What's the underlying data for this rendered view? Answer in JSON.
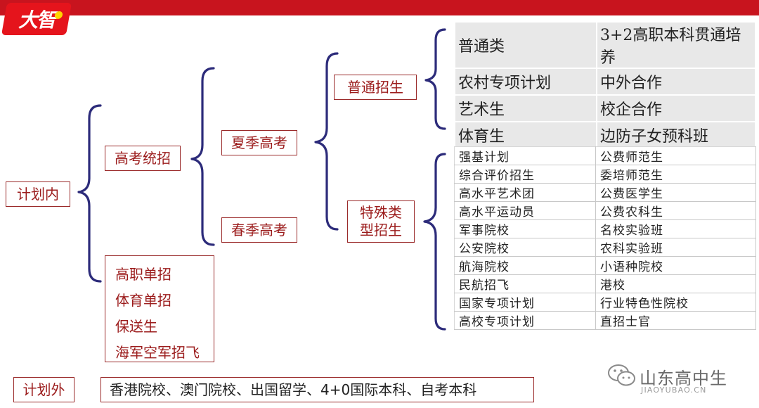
{
  "logo": {
    "text": "大智"
  },
  "nodes": {
    "jihuanei": "计划内",
    "gaokao": "高考统招",
    "summer": "夏季高考",
    "spring": "春季高考",
    "putong": "普通招生",
    "teshu": "特殊类型招生",
    "jihuawai": "计划外"
  },
  "single_exams": [
    "高职单招",
    "体育单招",
    "保送生",
    "海军空军招飞"
  ],
  "outside_plan": "香港院校、澳门院校、出国留学、4+0国际本科、自考本科",
  "general_table": [
    [
      "普通类",
      "3+2高职本科贯通培养"
    ],
    [
      "农村专项计划",
      "中外合作"
    ],
    [
      "艺术生",
      "校企合作"
    ],
    [
      "体育生",
      "边防子女预科班"
    ]
  ],
  "special_table": [
    [
      "强基计划",
      "公费师范生"
    ],
    [
      "综合评价招生",
      "委培师范生"
    ],
    [
      "高水平艺术团",
      "公费医学生"
    ],
    [
      "高水平运动员",
      "公费农科生"
    ],
    [
      "军事院校",
      "名校实验班"
    ],
    [
      "公安院校",
      "农科实验班"
    ],
    [
      "航海院校",
      "小语种院校"
    ],
    [
      "民航招飞",
      "港校"
    ],
    [
      "国家专项计划",
      "行业特色性院校"
    ],
    [
      "高校专项计划",
      "直招士官"
    ]
  ],
  "watermark": {
    "name": "山东高中生",
    "site": "JIAOYUBAO.CN"
  },
  "colors": {
    "top_bar": "#c8141e",
    "node_text": "#9b1b1b",
    "brace": "#2c2b7a",
    "table_fill": "#e8e8e8"
  }
}
